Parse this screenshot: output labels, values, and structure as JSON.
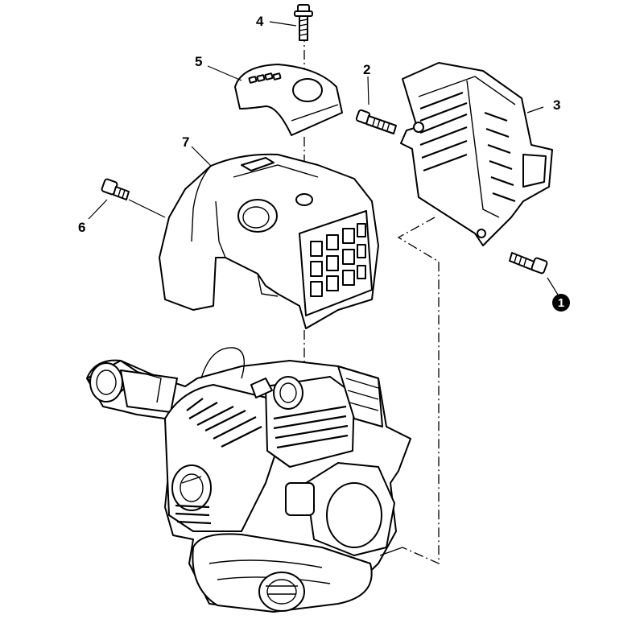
{
  "diagram": {
    "labels": {
      "screw_top": "4",
      "upper_cover": "5",
      "screw_left": "2",
      "muffler_cover": "3",
      "main_cover": "7",
      "screw_cover": "6",
      "screw_bottom": "1"
    }
  }
}
